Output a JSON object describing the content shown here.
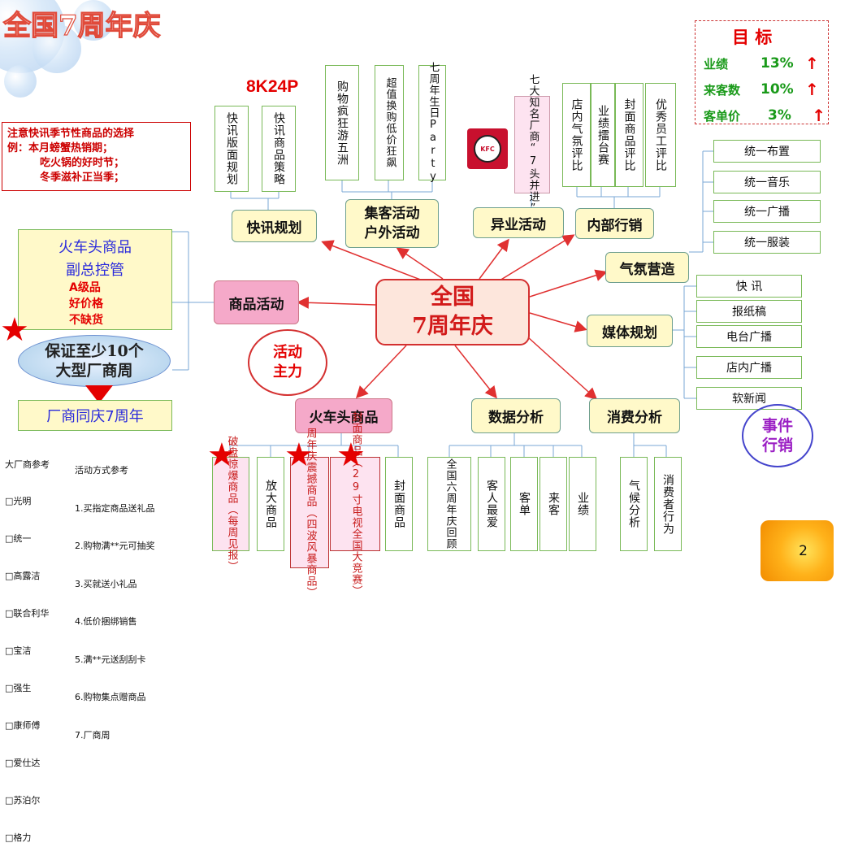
{
  "title": "全国7周年庆",
  "code": "8K24P",
  "note": {
    "line1": "注意快讯季节性商品的选择",
    "line2": "例：本月螃蟹热销期；",
    "line3": "吃火锅的好时节；",
    "line4": "冬季滋补正当季；"
  },
  "goals": {
    "title": "目 标",
    "rows": [
      {
        "label": "业绩",
        "value": "13%"
      },
      {
        "label": "来客数",
        "value": "10%"
      },
      {
        "label": "客单价",
        "value": "3%"
      }
    ]
  },
  "center": {
    "line1": "全国",
    "line2": "7周年庆"
  },
  "nodes": {
    "kuaixun": "快讯规划",
    "jike1": "集客活动",
    "jike2": "户外活动",
    "yiye": "异业活动",
    "neibu": "内部行销",
    "qifen": "气氛营造",
    "meiti": "媒体规划",
    "xiaofei": "消费分析",
    "shuju": "数据分析",
    "huoche": "火车头商品",
    "shangpin": "商品活动"
  },
  "kuaixun_children": [
    "快讯版面规划",
    "快讯商品策略"
  ],
  "jike_children": [
    "购物疯狂游五洲",
    "超值换购低价狂飙",
    "七周年生日Party"
  ],
  "yiye_child": "七大知名厂商“7头并进”",
  "neibu_children": [
    "店内气氛评比",
    "业绩擂台赛",
    "封面商品评比",
    "优秀员工评比"
  ],
  "qifen_children": [
    "统一布置",
    "统一音乐",
    "统一广播",
    "统一服装"
  ],
  "meiti_children": [
    "快 讯",
    "报纸稿",
    "电台广播",
    "店内广播",
    "软新闻"
  ],
  "shuju_children": [
    "全国六周年庆回顾",
    "客人最爱",
    "客单",
    "来客",
    "业绩"
  ],
  "xiaofei_children": [
    "气候分析",
    "消费者行为"
  ],
  "huoche_children": [
    "破盘惊爆商品（每周见报）",
    "放大商品",
    "周年庆震撼商品（四波风暴商品）",
    "封面商品（29寸电视全国大竞赛）",
    "封面商品"
  ],
  "locomotive": {
    "l1": "火车头商品",
    "l2": "副总控管",
    "b1": "A级品",
    "b2": "好价格",
    "b3": "不缺货"
  },
  "ellipse": {
    "l1": "保证至少10个",
    "l2": "大型厂商周"
  },
  "anniversary": "厂商同庆7周年",
  "huodong_zhuli": {
    "l1": "活动",
    "l2": "主力"
  },
  "shijian": {
    "l1": "事件",
    "l2": "行销"
  },
  "vendors": {
    "title": "大厂商参考",
    "items": [
      "光明",
      "统一",
      "高露洁",
      "联合利华",
      "宝洁",
      "强生",
      "康师傅",
      "爱仕达",
      "苏泊尔",
      "格力"
    ]
  },
  "methods": {
    "title": "活动方式参考",
    "items": [
      "1.买指定商品送礼品",
      "2.购物满**元可抽奖",
      "3.买就送小礼品",
      "4.低价捆绑销售",
      "5.满**元送刮刮卡",
      "6.购物集点赠商品",
      "7.厂商周"
    ]
  },
  "kfc": "KFC",
  "page_number": "2",
  "colors": {
    "accent_red": "#e40000",
    "green_text": "#1a9a1a",
    "node_yellow": "#fff9c9",
    "pink": "#f5a9c9"
  }
}
